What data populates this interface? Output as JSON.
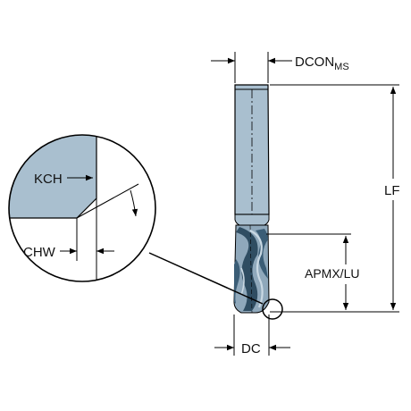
{
  "labels": {
    "dcon": "DCON",
    "dcon_sub": "MS",
    "lf": "LF",
    "apmx_lu": "APMX/LU",
    "dc": "DC",
    "kch": "KCH",
    "chw": "CHW"
  },
  "colors": {
    "tool_fill": "#a9bfcf",
    "tool_dark": "#6e8ea6",
    "flute_dark": "#2f4d62",
    "outline": "#000000",
    "detail_fill": "#a9bfcf"
  }
}
